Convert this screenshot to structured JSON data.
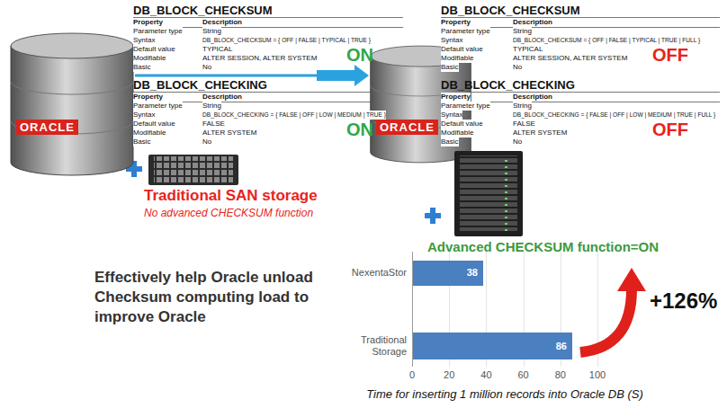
{
  "diagram": {
    "nodes": [
      {
        "text": [
          "ORACLE"
        ]
      },
      {
        "text": [
          "Traditional SAN storage",
          "No advanced CHECKSUM function"
        ]
      },
      {
        "text": [
          "ORACLE"
        ]
      },
      {
        "text": [
          "Advanced CHECKSUM function=ON"
        ]
      }
    ],
    "edges": [
      {
        "from": 0,
        "to": 2,
        "arrow": "to"
      }
    ],
    "labels": [
      "DB_BLOCK_CHECKSUM",
      "Property",
      "Description",
      "Parameter type",
      "String",
      "Syntax",
      "DB_BLOCK_CHECKSUM = { OFF | FALSE | TYPICAL | TRUE }",
      "Default value",
      "TYPICAL",
      "Modifiable",
      "ALTER SESSION, ALTER SYSTEM",
      "Basic",
      "No",
      "ON",
      "DB_BLOCK_CHECKING",
      "Property",
      "Description",
      "Parameter type",
      "String",
      "Syntax",
      "DB_BLOCK_CHECKING = { FALSE | OFF | LOW | MEDIUM | TRUE }",
      "Default value",
      "FALSE",
      "Modifiable",
      "ALTER SYSTEM",
      "Basic",
      "No",
      "ON",
      "DB_BLOCK_CHECKSUM",
      "Property",
      "Description",
      "Parameter type",
      "String",
      "Syntax",
      "DB_BLOCK_CHECKSUM = { OFF | FALSE | TYPICAL | TRUE | FULL }",
      "Default value",
      "TYPICAL",
      "Modifiable",
      "ALTER SESSION, ALTER SYSTEM",
      "Basic",
      "No",
      "OFF",
      "DB_BLOCK_CHECKING",
      "Property",
      "Description",
      "Parameter type",
      "String",
      "Syntax",
      "DB_BLOCK_CHECKING = { FALSE | OFF | LOW | MEDIUM | TRUE | FULL }",
      "Default value",
      "FALSE",
      "Modifiable",
      "ALTER SYSTEM",
      "Basic",
      "No",
      "OFF",
      "Effectively help Oracle unload Checksum computing load to improve Oracle",
      "NexentaStor",
      "38",
      "Traditional Storage",
      "86",
      "+126%",
      "0",
      "20",
      "40",
      "60",
      "80",
      "100",
      "Time for inserting 1 million records into Oracle DB (S)"
    ]
  }
}
